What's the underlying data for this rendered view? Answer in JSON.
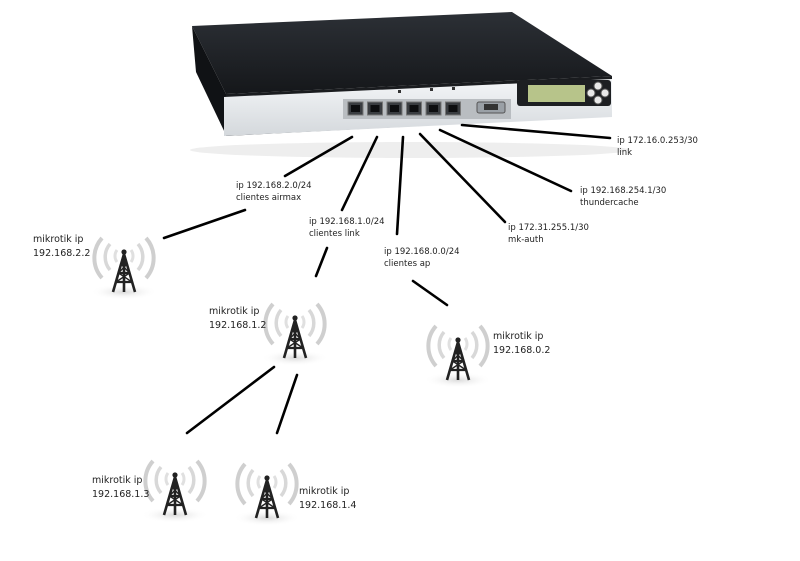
{
  "router": {
    "name": "router-appliance",
    "ports": 6,
    "lcd_color": "#b7c48a",
    "chassis_color": "#1f2226",
    "faceplate_color": "#e9ecef"
  },
  "links": [
    {
      "id": "link-airmax",
      "ip": "ip 192.168.2.0/24",
      "desc": "clientes airmax"
    },
    {
      "id": "link-clientes-link",
      "ip": "ip 192.168.1.0/24",
      "desc": "clientes link"
    },
    {
      "id": "link-clientes-ap",
      "ip": "ip 192.168.0.0/24",
      "desc": "clientes ap"
    },
    {
      "id": "link-mk-auth",
      "ip": "ip 172.31.255.1/30",
      "desc": "mk-auth"
    },
    {
      "id": "link-thundercache",
      "ip": "ip 192.168.254.1/30",
      "desc": "thundercache"
    },
    {
      "id": "link-uplink",
      "ip": "ip 172.16.0.253/30",
      "desc": "link"
    }
  ],
  "towers": [
    {
      "id": "tower-192-168-2-2",
      "label": "mikrotik ip",
      "ip": "192.168.2.2"
    },
    {
      "id": "tower-192-168-1-2",
      "label": "mikrotik ip",
      "ip": "192.168.1.2"
    },
    {
      "id": "tower-192-168-0-2",
      "label": "mikrotik ip",
      "ip": "192.168.0.2"
    },
    {
      "id": "tower-192-168-1-3",
      "label": "mikrotik ip",
      "ip": "192.168.1.3"
    },
    {
      "id": "tower-192-168-1-4",
      "label": "mikrotik ip",
      "ip": "192.168.1.4"
    }
  ]
}
